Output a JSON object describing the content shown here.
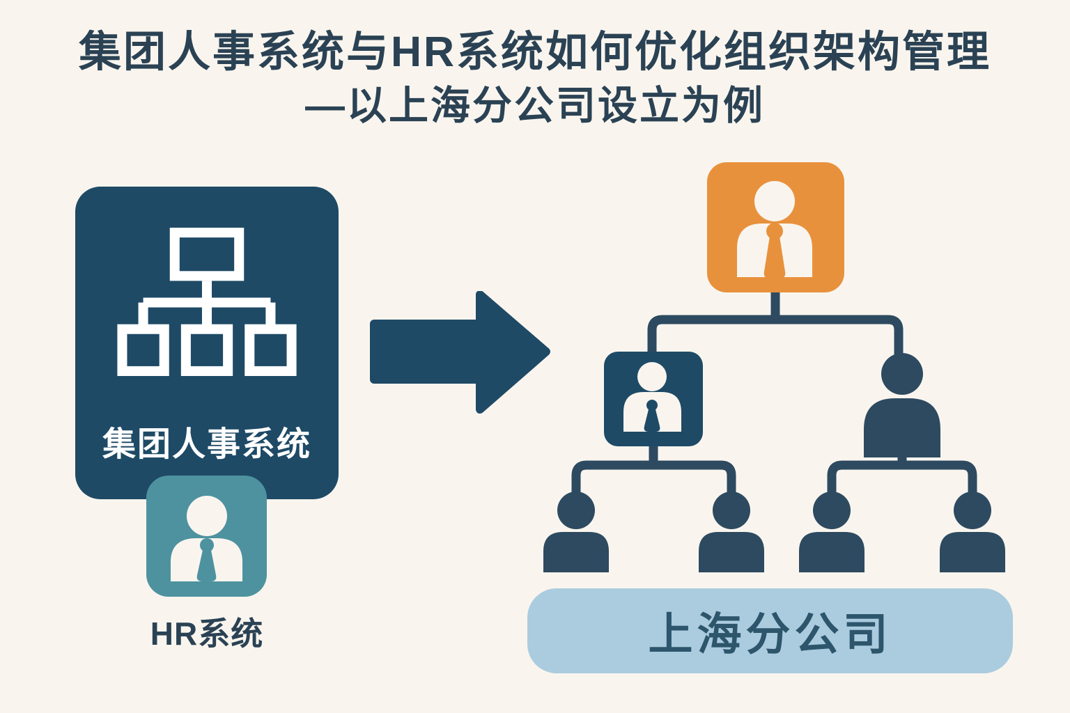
{
  "title": {
    "line1": "集团人事系统与HR系统如何优化组织架构管理",
    "line2": "—以上海分公司设立为例"
  },
  "left_panel": {
    "group_system_label": "集团人事系统",
    "hr_system_label": "HR系统"
  },
  "right_panel": {
    "branch_label": "上海分公司"
  },
  "org_tree": {
    "levels": [
      {
        "role": "top-manager",
        "count": 1,
        "color_key": "orange"
      },
      {
        "role": "sub-manager",
        "count": 2,
        "color_key": "navy"
      },
      {
        "role": "employee",
        "count": 4,
        "color_key": "navy"
      }
    ]
  },
  "icons": {
    "group_system": "org-chart-icon",
    "hr_system": "person-icon",
    "flow": "arrow-right-icon",
    "tree_nodes": "person-icon"
  },
  "colors": {
    "background": "#f9f5ee",
    "navy": "#1e4a66",
    "teal": "#4e92a0",
    "orange": "#e8913c",
    "light_blue": "#abccdf",
    "connector": "#2d4a60",
    "title_text": "#2b4254",
    "pill_text": "#2d556b",
    "icon_white": "#f9f5ee"
  }
}
